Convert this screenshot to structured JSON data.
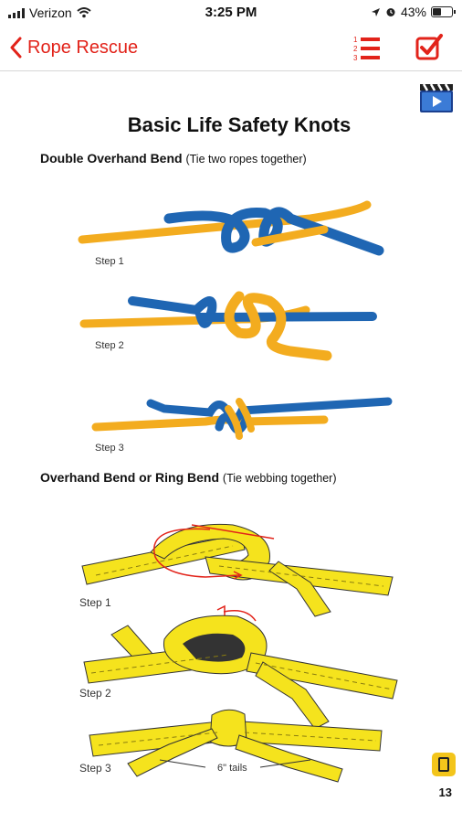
{
  "status_bar": {
    "carrier": "Verizon",
    "time": "3:25 PM",
    "battery": "43%"
  },
  "nav": {
    "back_label": "Rope Rescue",
    "list_icon_numbers": [
      "1",
      "2",
      "3"
    ]
  },
  "page": {
    "title": "Basic Life Safety Knots",
    "sections": [
      {
        "heading": "Double Overhand Bend",
        "subheading": "(Tie two ropes together)",
        "steps": [
          "Step 1",
          "Step 2",
          "Step 3"
        ]
      },
      {
        "heading": "Overhand Bend or Ring Bend",
        "subheading": "(Tie webbing together)",
        "steps": [
          "Step 1",
          "Step 2",
          "Step 3"
        ],
        "tails_note": "6\" tails"
      }
    ],
    "page_number": "13"
  },
  "colors": {
    "accent_red": "#e2231a",
    "rope_blue": "#1f66b3",
    "rope_orange": "#f3ac1f",
    "webbing_yellow": "#f5e31d",
    "bookmark_yellow": "#f3c51b"
  }
}
